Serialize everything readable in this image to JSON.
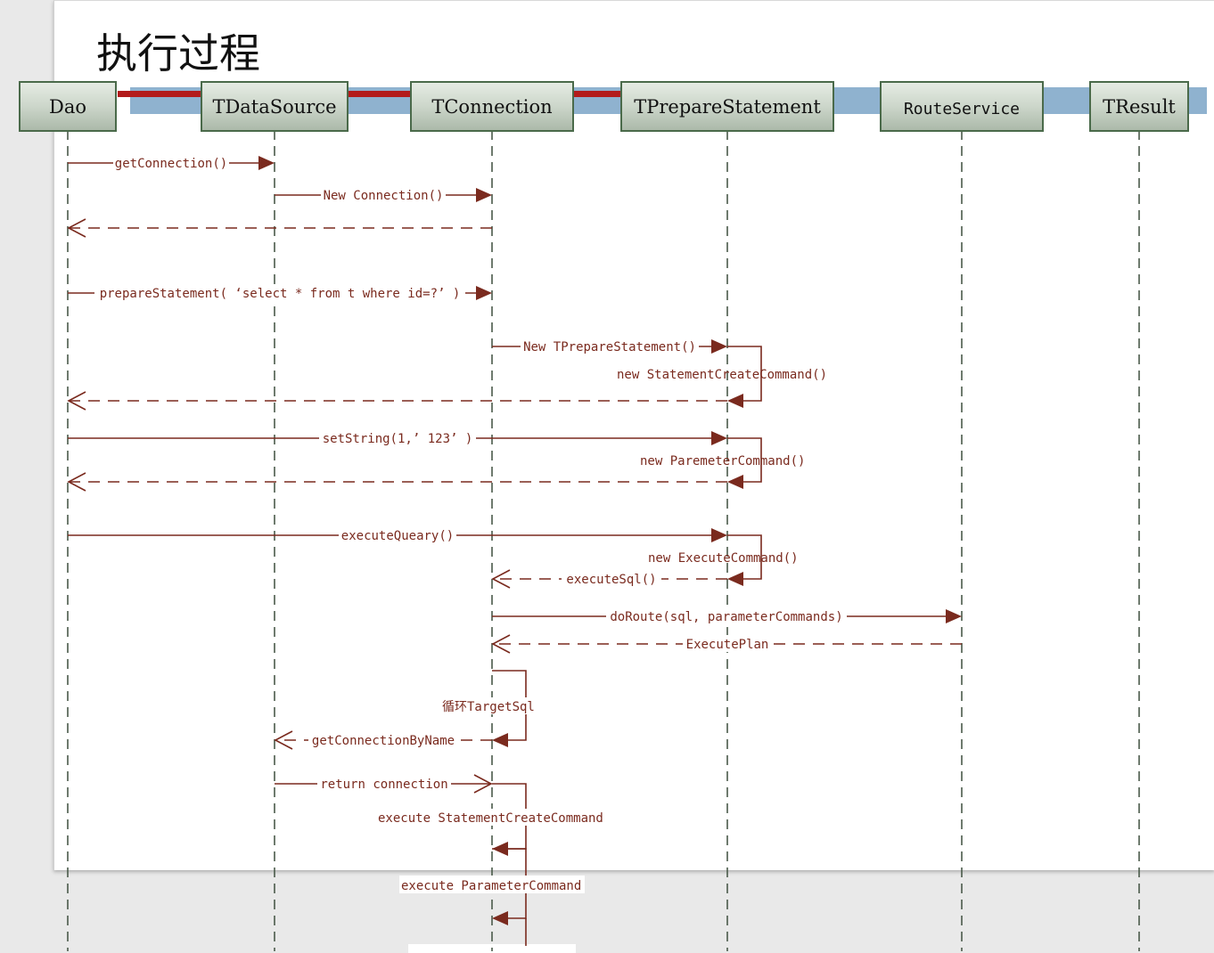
{
  "title": "执行过程",
  "participants": [
    "Dao",
    "TDataSource",
    "TConnection",
    "TPrepareStatement",
    "RouteService",
    "TResult"
  ],
  "messages": [
    "getConnection()",
    "New Connection()",
    "prepareStatement( ‘select * from t where id=?’ )",
    "New TPrepareStatement()",
    "new  StatementCreateCommand()",
    "setString(1,’ 123’ )",
    "new  ParemeterCommand()",
    "executeQueary()",
    "new  ExecuteCommand()",
    "executeSql()",
    "doRoute(sql, parameterCommands)",
    "ExecutePlan",
    "循环TargetSql",
    "getConnectionByName",
    "return connection",
    "execute StatementCreateCommand",
    "execute ParameterCommand"
  ],
  "colors": {
    "message": "#7a2a1e",
    "lifeline": "#4a5a4a",
    "box_top": "#e6ece4",
    "box_bottom": "#aab8a8",
    "band_blue": "#8fb2cf",
    "band_red": "#b31b1b"
  }
}
